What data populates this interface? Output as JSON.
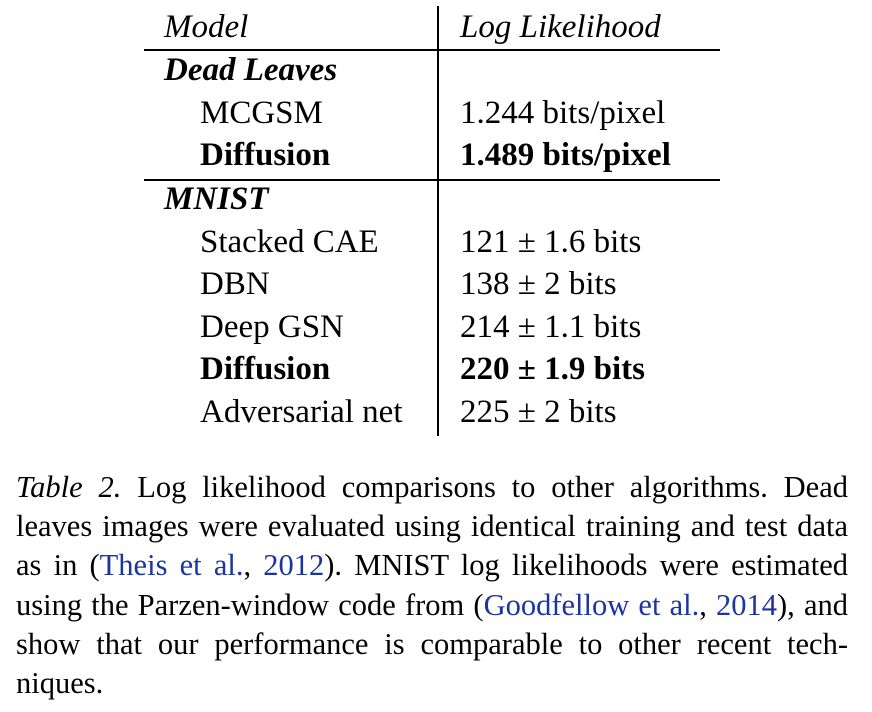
{
  "table": {
    "header": {
      "model": "Model",
      "log_likelihood": "Log Likelihood"
    },
    "groups": [
      {
        "name": "Dead Leaves",
        "rows": [
          {
            "model": "MCGSM",
            "value": "1.244 bits/pixel",
            "bold": false
          },
          {
            "model": "Diffusion",
            "value": "1.489 bits/pixel",
            "bold": true
          }
        ]
      },
      {
        "name": "MNIST",
        "rows": [
          {
            "model": "Stacked CAE",
            "value": "121 ± 1.6 bits",
            "bold": false
          },
          {
            "model": "DBN",
            "value": "138 ± 2 bits",
            "bold": false
          },
          {
            "model": "Deep GSN",
            "value": "214 ± 1.1 bits",
            "bold": false
          },
          {
            "model": "Diffusion",
            "value": "220 ± 1.9 bits",
            "bold": true
          },
          {
            "model": "Adversarial net",
            "value": "225 ± 2 bits",
            "bold": false
          }
        ]
      }
    ]
  },
  "caption": {
    "label": "Table 2.",
    "text_1": " Log likelihood comparisons to other algorithms.  Dead leaves images were evaluated using identical training and test data as in (",
    "cite_1_authors": "Theis et al.",
    "cite_sep_1": ", ",
    "cite_1_year": "2012",
    "text_2": ").  MNIST log likelihoods were estimated using the Parzen-window code from (",
    "cite_2_authors": "Goodfellow et al.",
    "cite_sep_2": ", ",
    "cite_2_year": "2014",
    "text_3": "), and show that our performance is comparable to other recent tech-niques.",
    "link_color": "#1a35a0"
  }
}
